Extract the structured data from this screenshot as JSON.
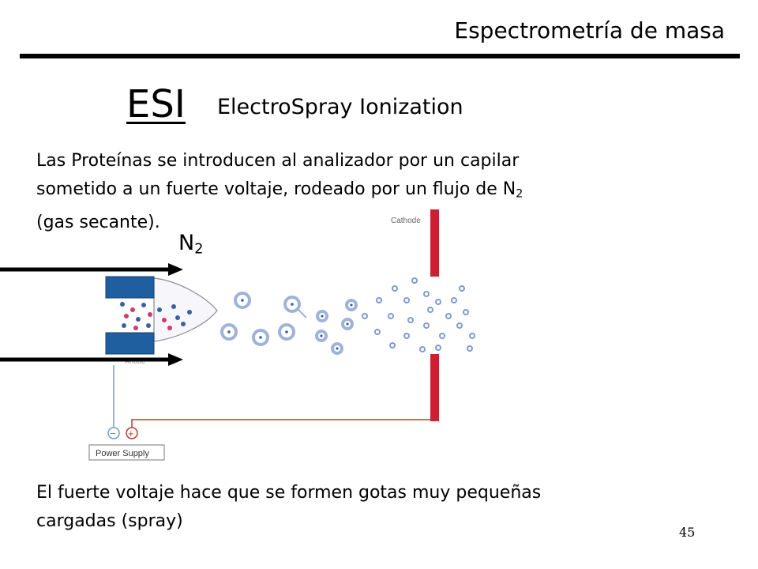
{
  "header": {
    "title": "Espectrometría de masa"
  },
  "heading": {
    "acronym": "ESI",
    "full_name": "ElectroSpray Ionization"
  },
  "intro": {
    "line1": "Las Proteínas se introducen al analizador por un capilar",
    "line2_main": "sometido a un fuerte voltaje, rodeado por un flujo de N",
    "line2_sub": "2",
    "line3": "(gas secante)."
  },
  "gas_label": {
    "main": "N",
    "sub": "2"
  },
  "diagram": {
    "cathode_label": "Cathode",
    "anode_label": "Anode",
    "power_supply_label": "Power Supply",
    "minus_symbol": "−",
    "plus_symbol": "+",
    "colors": {
      "electrode": "#cc1f2f",
      "capillary": "#1f5fa0",
      "wire_red": "#c0392b",
      "wire_blue": "#6f9fc8",
      "droplet": "#9fb3d8"
    }
  },
  "footer": {
    "line1": "El fuerte voltaje hace que se formen gotas muy pequeñas",
    "line2": "cargadas (spray)"
  },
  "page_number": "45"
}
